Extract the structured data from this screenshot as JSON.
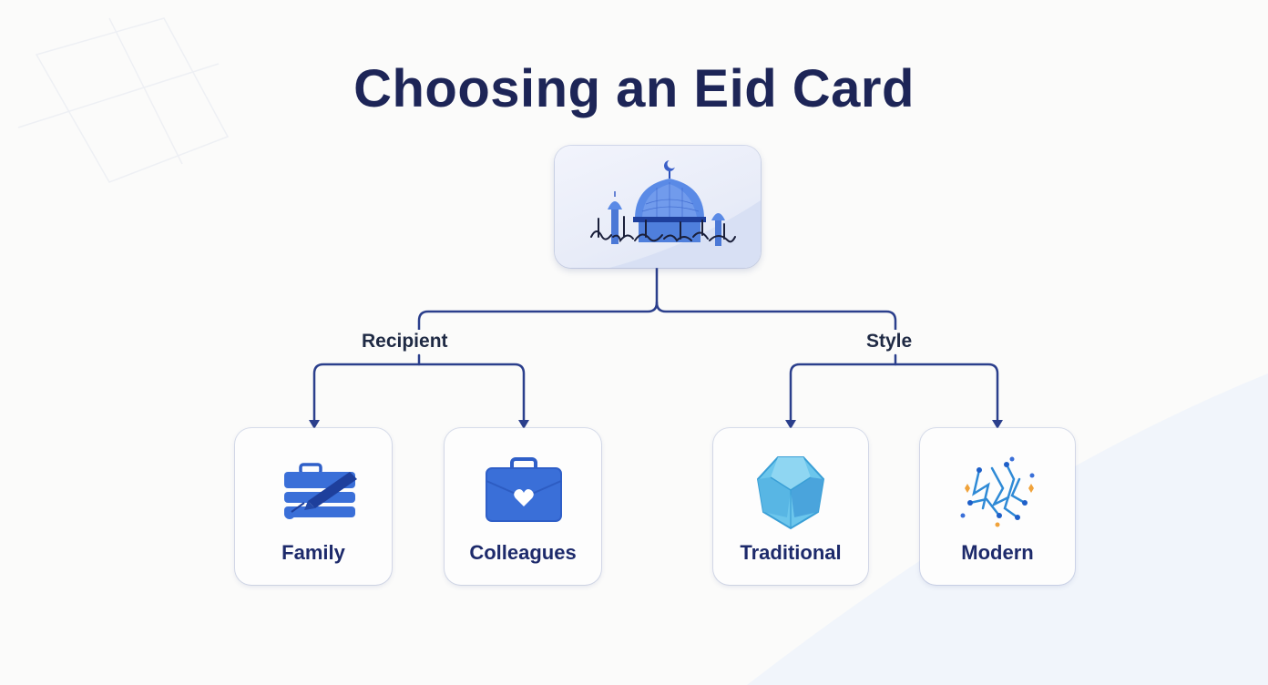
{
  "title": "Choosing an Eid Card",
  "root": {
    "icon": "mosque-calligraphy-icon"
  },
  "branches": [
    {
      "label": "Recipient",
      "leaves": [
        {
          "label": "Family",
          "icon": "suitcase-pen-icon"
        },
        {
          "label": "Colleagues",
          "icon": "briefcase-heart-icon"
        }
      ]
    },
    {
      "label": "Style",
      "leaves": [
        {
          "label": "Traditional",
          "icon": "gem-icon"
        },
        {
          "label": "Modern",
          "icon": "abstract-network-icon"
        }
      ]
    }
  ],
  "colors": {
    "title": "#1d2557",
    "connector": "#2b3f8c",
    "icon_primary": "#3a6fd8",
    "icon_dark": "#1e3f9c",
    "gem": "#6cc6ec"
  }
}
